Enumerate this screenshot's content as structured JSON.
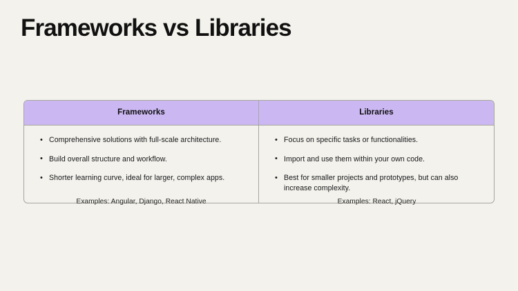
{
  "slide": {
    "title": "Frameworks vs Libraries",
    "background_color": "#f3f2ec",
    "accent_color": "#cbb8f2",
    "border_color": "#a6a69f",
    "text_color": "#141414"
  },
  "table": {
    "columns": [
      {
        "header": "Frameworks",
        "bullets": [
          "Comprehensive solutions with full-scale architecture.",
          "Build overall structure and workflow.",
          "Shorter learning curve, ideal for larger, complex apps."
        ],
        "caption": "Examples: Angular, Django, React Native"
      },
      {
        "header": "Libraries",
        "bullets": [
          "Focus on specific tasks or functionalities.",
          "Import and use them within your own code.",
          "Best for smaller projects and prototypes, but can also increase complexity."
        ],
        "caption": "Examples: React, jQuery"
      }
    ]
  }
}
